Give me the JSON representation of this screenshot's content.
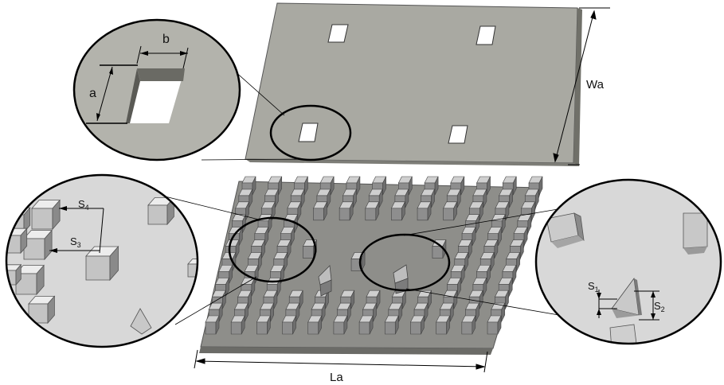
{
  "labels": {
    "a": "a",
    "b": "b",
    "wa": "Wa",
    "la": "La",
    "s1": "S",
    "s1_sub": "1",
    "s2": "S",
    "s2_sub": "2",
    "s3": "S",
    "s3_sub": "3",
    "s4": "S",
    "s4_sub": "4"
  },
  "colors": {
    "plate_top": "#a8a8a0",
    "plate_edge": "#7a7a74",
    "base": "#8f8f8b",
    "block_top": "#cfcfcf",
    "block_front": "#8e8e8e",
    "block_side": "#6e6e6e",
    "zoom_bg": "#d6d6d6",
    "outline": "#000000"
  },
  "components": [
    "top-plate",
    "base-plate",
    "rectangular-pin-array",
    "triangular-pins",
    "zoom-slot",
    "zoom-pin-spacing",
    "zoom-triangle-pin"
  ]
}
